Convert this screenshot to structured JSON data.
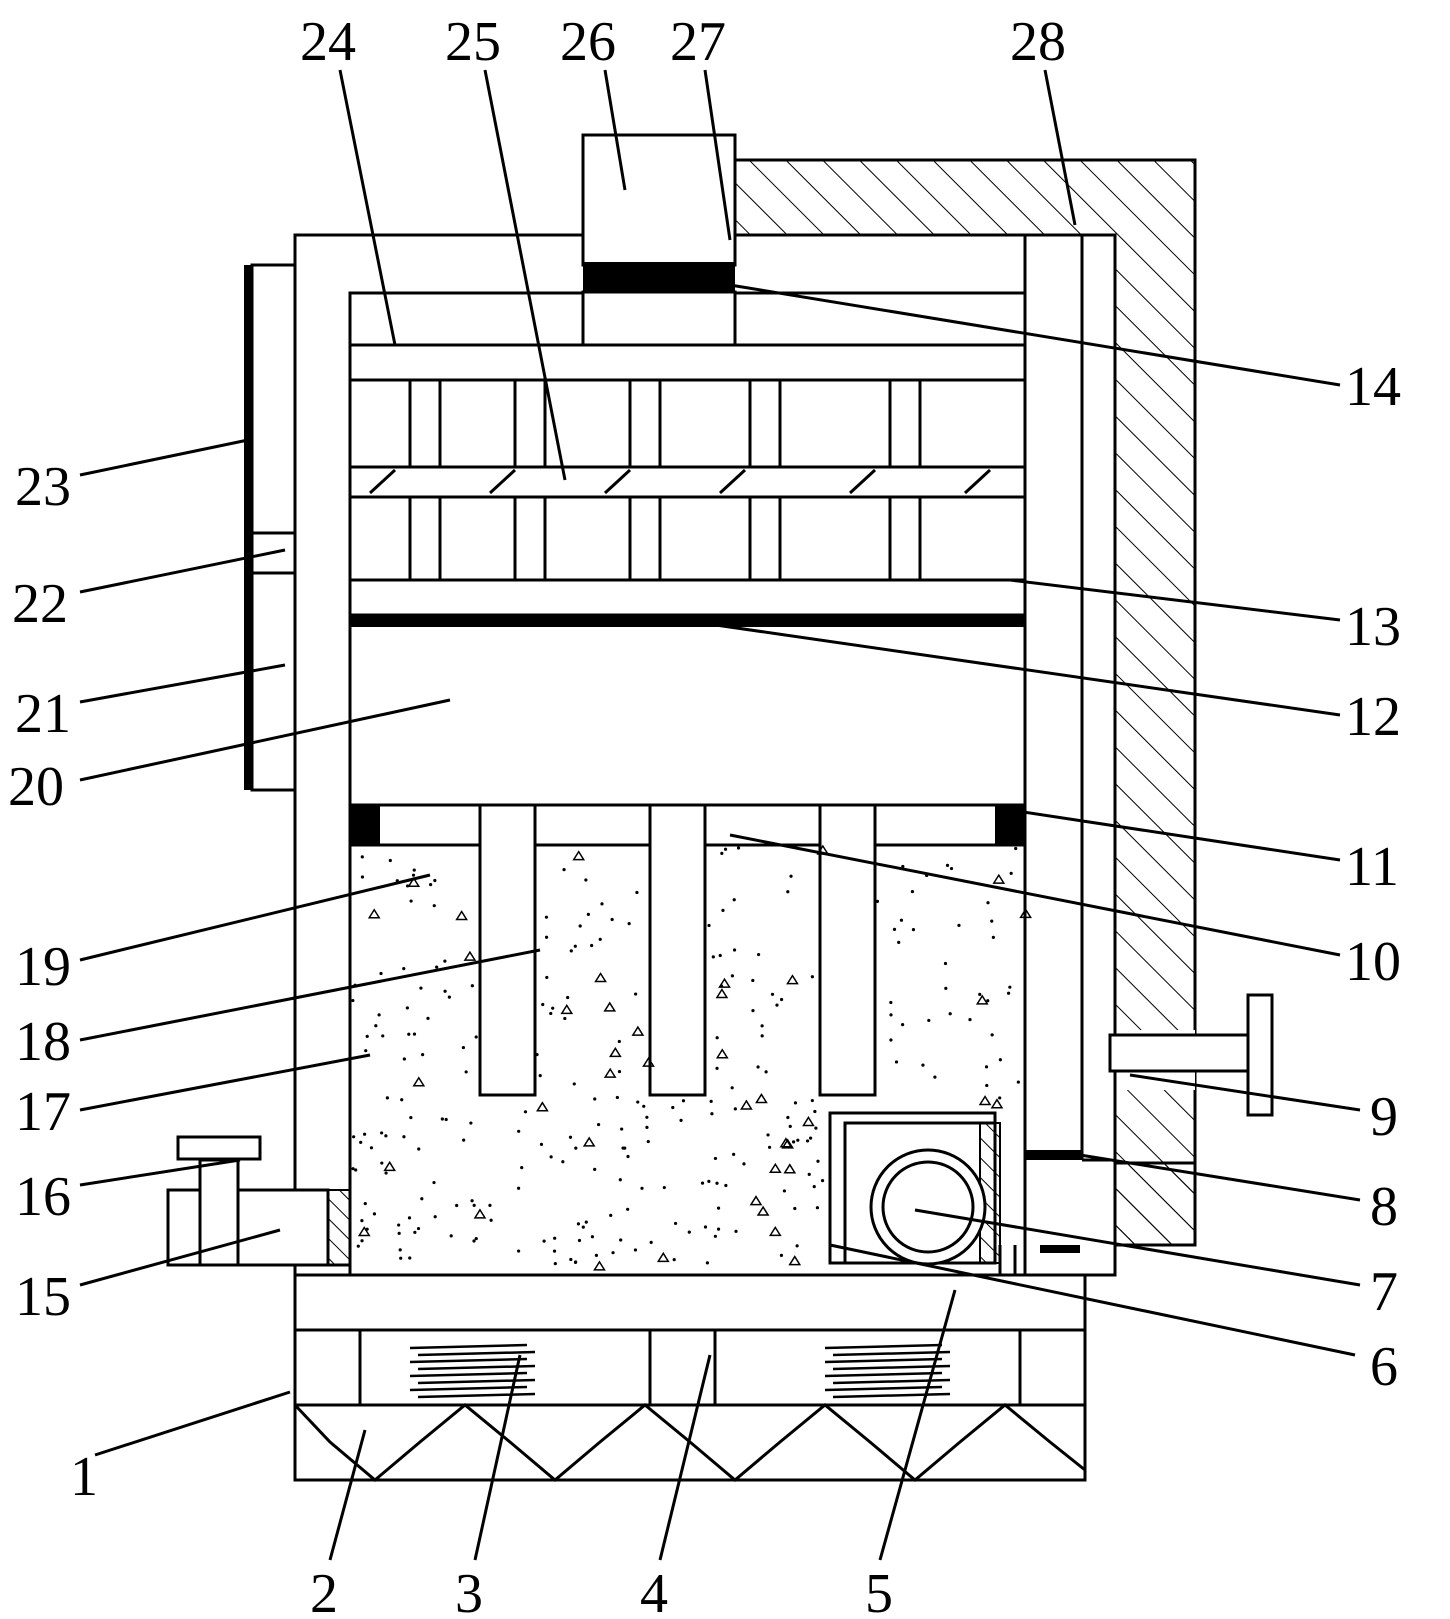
{
  "labels": [
    {
      "id": "1",
      "text": "1"
    },
    {
      "id": "2",
      "text": "2"
    },
    {
      "id": "3",
      "text": "3"
    },
    {
      "id": "4",
      "text": "4"
    },
    {
      "id": "5",
      "text": "5"
    },
    {
      "id": "6",
      "text": "6"
    },
    {
      "id": "7",
      "text": "7"
    },
    {
      "id": "8",
      "text": "8"
    },
    {
      "id": "9",
      "text": "9"
    },
    {
      "id": "10",
      "text": "10"
    },
    {
      "id": "11",
      "text": "11"
    },
    {
      "id": "12",
      "text": "12"
    },
    {
      "id": "13",
      "text": "13"
    },
    {
      "id": "14",
      "text": "14"
    },
    {
      "id": "15",
      "text": "15"
    },
    {
      "id": "16",
      "text": "16"
    },
    {
      "id": "17",
      "text": "17"
    },
    {
      "id": "18",
      "text": "18"
    },
    {
      "id": "19",
      "text": "19"
    },
    {
      "id": "20",
      "text": "20"
    },
    {
      "id": "21",
      "text": "21"
    },
    {
      "id": "22",
      "text": "22"
    },
    {
      "id": "23",
      "text": "23"
    },
    {
      "id": "24",
      "text": "24"
    },
    {
      "id": "25",
      "text": "25"
    },
    {
      "id": "26",
      "text": "26"
    },
    {
      "id": "27",
      "text": "27"
    },
    {
      "id": "28",
      "text": "28"
    }
  ]
}
